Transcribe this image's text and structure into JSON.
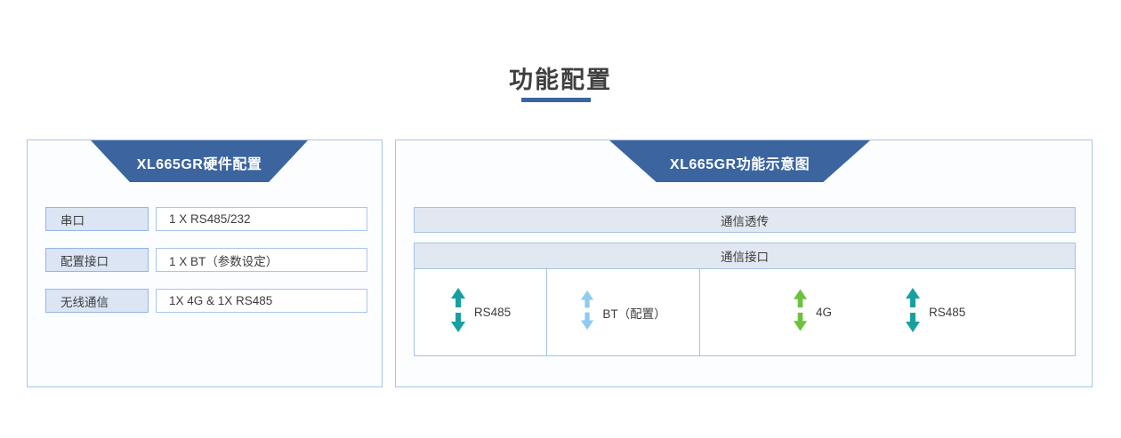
{
  "page": {
    "title": "功能配置",
    "accent_color": "#3a659f",
    "panel_border_color": "#a9c5ea",
    "background_color": "#ffffff"
  },
  "left_panel": {
    "banner_title": "XL665GR硬件配置",
    "banner_color": "#3c65a0",
    "rows": [
      {
        "label": "串口",
        "value": "1 X RS485/232"
      },
      {
        "label": "配置接口",
        "value": "1 X BT（参数设定）"
      },
      {
        "label": "无线通信",
        "value": "1X 4G & 1X RS485"
      }
    ]
  },
  "right_panel": {
    "banner_title": "XL665GR功能示意图",
    "banner_color": "#3c65a0",
    "bands": {
      "transparent_transmission": "通信透传",
      "communication_interface": "通信接口"
    },
    "interfaces": [
      {
        "label": "RS485",
        "icon": "double-arrow-vertical-icon",
        "color": "#18a0a0"
      },
      {
        "label": "BT（配置）",
        "icon": "double-arrow-vertical-icon",
        "color": "#8fcbf0"
      }
    ],
    "wireless": [
      {
        "label": "4G",
        "icon": "double-arrow-vertical-icon",
        "color": "#6cc23e"
      },
      {
        "label": "RS485",
        "icon": "double-arrow-vertical-icon",
        "color": "#18a0a0"
      }
    ]
  }
}
